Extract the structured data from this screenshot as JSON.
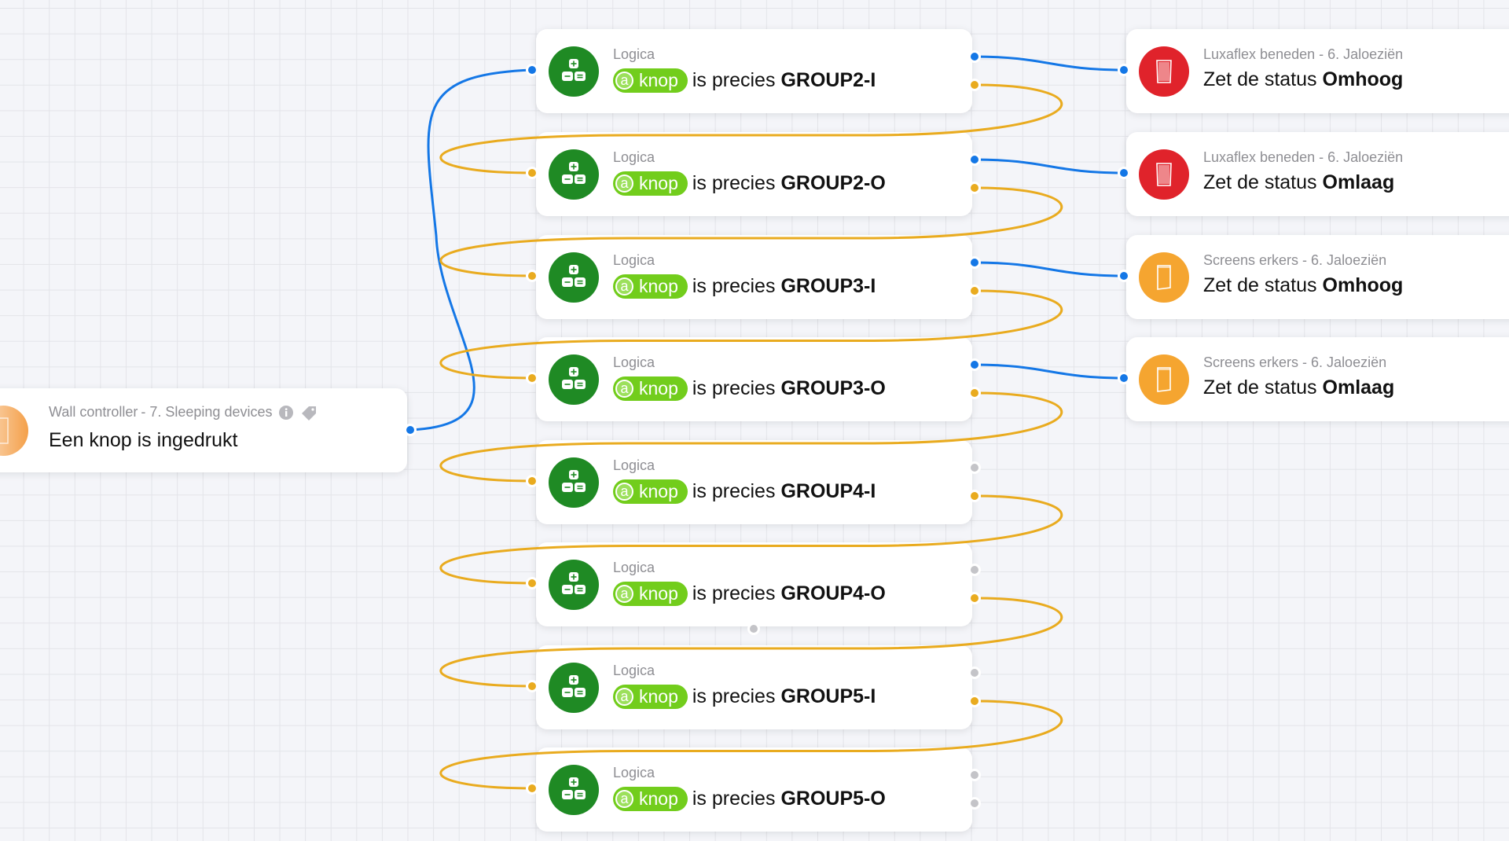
{
  "trigger": {
    "device": "Wall controller",
    "zone": " - 7. Sleeping devices",
    "title": "Een knop is ingedrukt",
    "icon": "wall-controller-icon",
    "color": "#f4a04a"
  },
  "logic_cards": [
    {
      "category": "Logica",
      "token_prefix": "a",
      "token": "knop",
      "text": "is precies",
      "value": "GROUP2-I"
    },
    {
      "category": "Logica",
      "token_prefix": "a",
      "token": "knop",
      "text": "is precies",
      "value": "GROUP2-O"
    },
    {
      "category": "Logica",
      "token_prefix": "a",
      "token": "knop",
      "text": "is precies",
      "value": "GROUP3-I"
    },
    {
      "category": "Logica",
      "token_prefix": "a",
      "token": "knop",
      "text": "is precies",
      "value": "GROUP3-O"
    },
    {
      "category": "Logica",
      "token_prefix": "a",
      "token": "knop",
      "text": "is precies",
      "value": "GROUP4-I"
    },
    {
      "category": "Logica",
      "token_prefix": "a",
      "token": "knop",
      "text": "is precies",
      "value": "GROUP4-O"
    },
    {
      "category": "Logica",
      "token_prefix": "a",
      "token": "knop",
      "text": "is precies",
      "value": "GROUP5-I"
    },
    {
      "category": "Logica",
      "token_prefix": "a",
      "token": "knop",
      "text": "is precies",
      "value": "GROUP5-O"
    }
  ],
  "action_cards": [
    {
      "device": "Luxaflex beneden - 6. Jaloeziën",
      "text": "Zet de status",
      "value": "Omhoog",
      "color": "#e0232b",
      "icon": "blinds-icon"
    },
    {
      "device": "Luxaflex beneden - 6. Jaloeziën",
      "text": "Zet de status",
      "value": "Omlaag",
      "color": "#e0232b",
      "icon": "blinds-icon"
    },
    {
      "device": "Screens erkers - 6. Jaloeziën",
      "text": "Zet de status",
      "value": "Omhoog",
      "color": "#f5a530",
      "icon": "screen-icon"
    },
    {
      "device": "Screens erkers - 6. Jaloeziën",
      "text": "Zet de status",
      "value": "Omlaag",
      "color": "#f5a530",
      "icon": "screen-icon"
    }
  ],
  "colors": {
    "logic_green": "#1f8a24",
    "token_green": "#72cd1c",
    "wire_true": "#1477e6",
    "wire_false": "#e9ab1f",
    "port_inactive": "#c4c4c8"
  }
}
